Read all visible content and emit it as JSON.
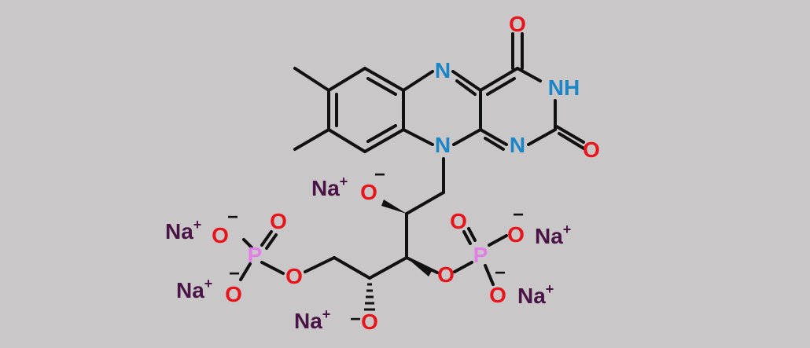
{
  "colors": {
    "background": "#c9c7c8",
    "bond": "#111111",
    "oxygen": "#e8141c",
    "nitrogen": "#1a86c8",
    "phosphorus": "#e27fe6",
    "sodium": "#4a1446"
  },
  "atoms": {
    "n5": "N",
    "n10": "N",
    "n1": "N",
    "nh": "NH",
    "o4": "O",
    "o2": "O",
    "o_alkoxide_top": "O",
    "o_ester_right": "O",
    "o_p_right_double": "O",
    "o_p_right_top": "O",
    "o_p_right_bottom": "O",
    "p_right": "P",
    "o_alkoxide_bottom": "O",
    "o_ester_left": "O",
    "p_left": "P",
    "o_p_left_double": "O",
    "o_p_left_top": "O",
    "o_p_left_bottom": "O"
  },
  "charges": {
    "minus": "−",
    "plus": "+"
  },
  "counterions": {
    "sodium": "Na"
  }
}
